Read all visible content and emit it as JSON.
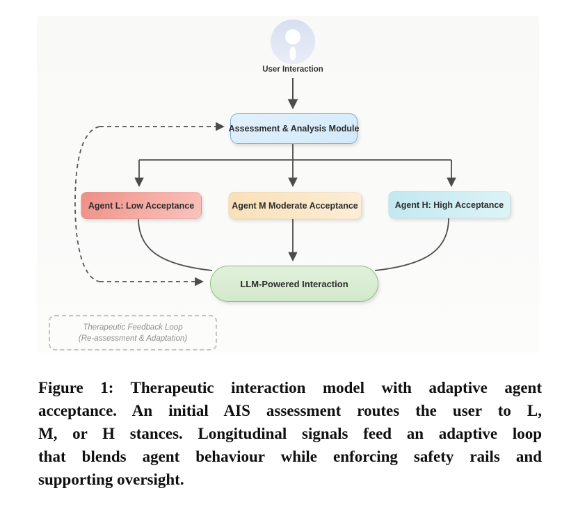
{
  "diagram": {
    "user": {
      "label": "User Interaction"
    },
    "assessment": {
      "label": "Assessment & Analysis Module",
      "fill": "#d9ebf9",
      "border": "#79afda"
    },
    "agents": [
      {
        "id": "L",
        "label": "Agent L: Low Acceptance",
        "fill": "#f2a099"
      },
      {
        "id": "M",
        "label": "Agent M Moderate Acceptance",
        "fill": "#fae5c3"
      },
      {
        "id": "H",
        "label": "Agent H: High Acceptance",
        "fill": "#cdecf2"
      }
    ],
    "llm": {
      "label": "LLM-Powered Interaction",
      "fill": "#d8ecd2",
      "border": "#8cbd86"
    },
    "feedback_loop": {
      "line1": "Therapeutic Feedback Loop",
      "line2": "(Re-assessment & Adaptation)"
    },
    "connector_color": "#4c4c4c"
  },
  "caption": {
    "lines": [
      "Figure 1: Therapeutic interaction model with adaptive agent",
      "acceptance. An initial AIS assessment routes the user to L,",
      "M, or H stances. Longitudinal signals feed an adaptive loop",
      "that blends agent behaviour while enforcing safety rails and",
      "supporting oversight."
    ],
    "full_text": "Figure 1: Therapeutic interaction model with adaptive agent acceptance. An initial AIS assessment routes the user to L, M, or H stances. Longitudinal signals feed an adaptive loop that blends agent behaviour while enforcing safety rails and supporting oversight."
  }
}
